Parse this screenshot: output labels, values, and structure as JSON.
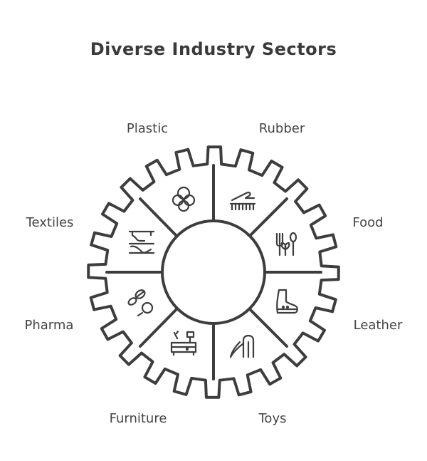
{
  "diagram": {
    "title": "Diverse Industry Sectors",
    "sectors": [
      {
        "label": "Plastic",
        "icon": "plastic-pellets-icon"
      },
      {
        "label": "Rubber",
        "icon": "hand-brush-icon"
      },
      {
        "label": "Food",
        "icon": "fork-plant-spoon-icon"
      },
      {
        "label": "Leather",
        "icon": "boot-icon"
      },
      {
        "label": "Toys",
        "icon": "slide-icon"
      },
      {
        "label": "Furniture",
        "icon": "lamp-desk-icon"
      },
      {
        "label": "Pharma",
        "icon": "pills-magnifier-icon"
      },
      {
        "label": "Textiles",
        "icon": "fabric-rolls-icon"
      }
    ]
  }
}
